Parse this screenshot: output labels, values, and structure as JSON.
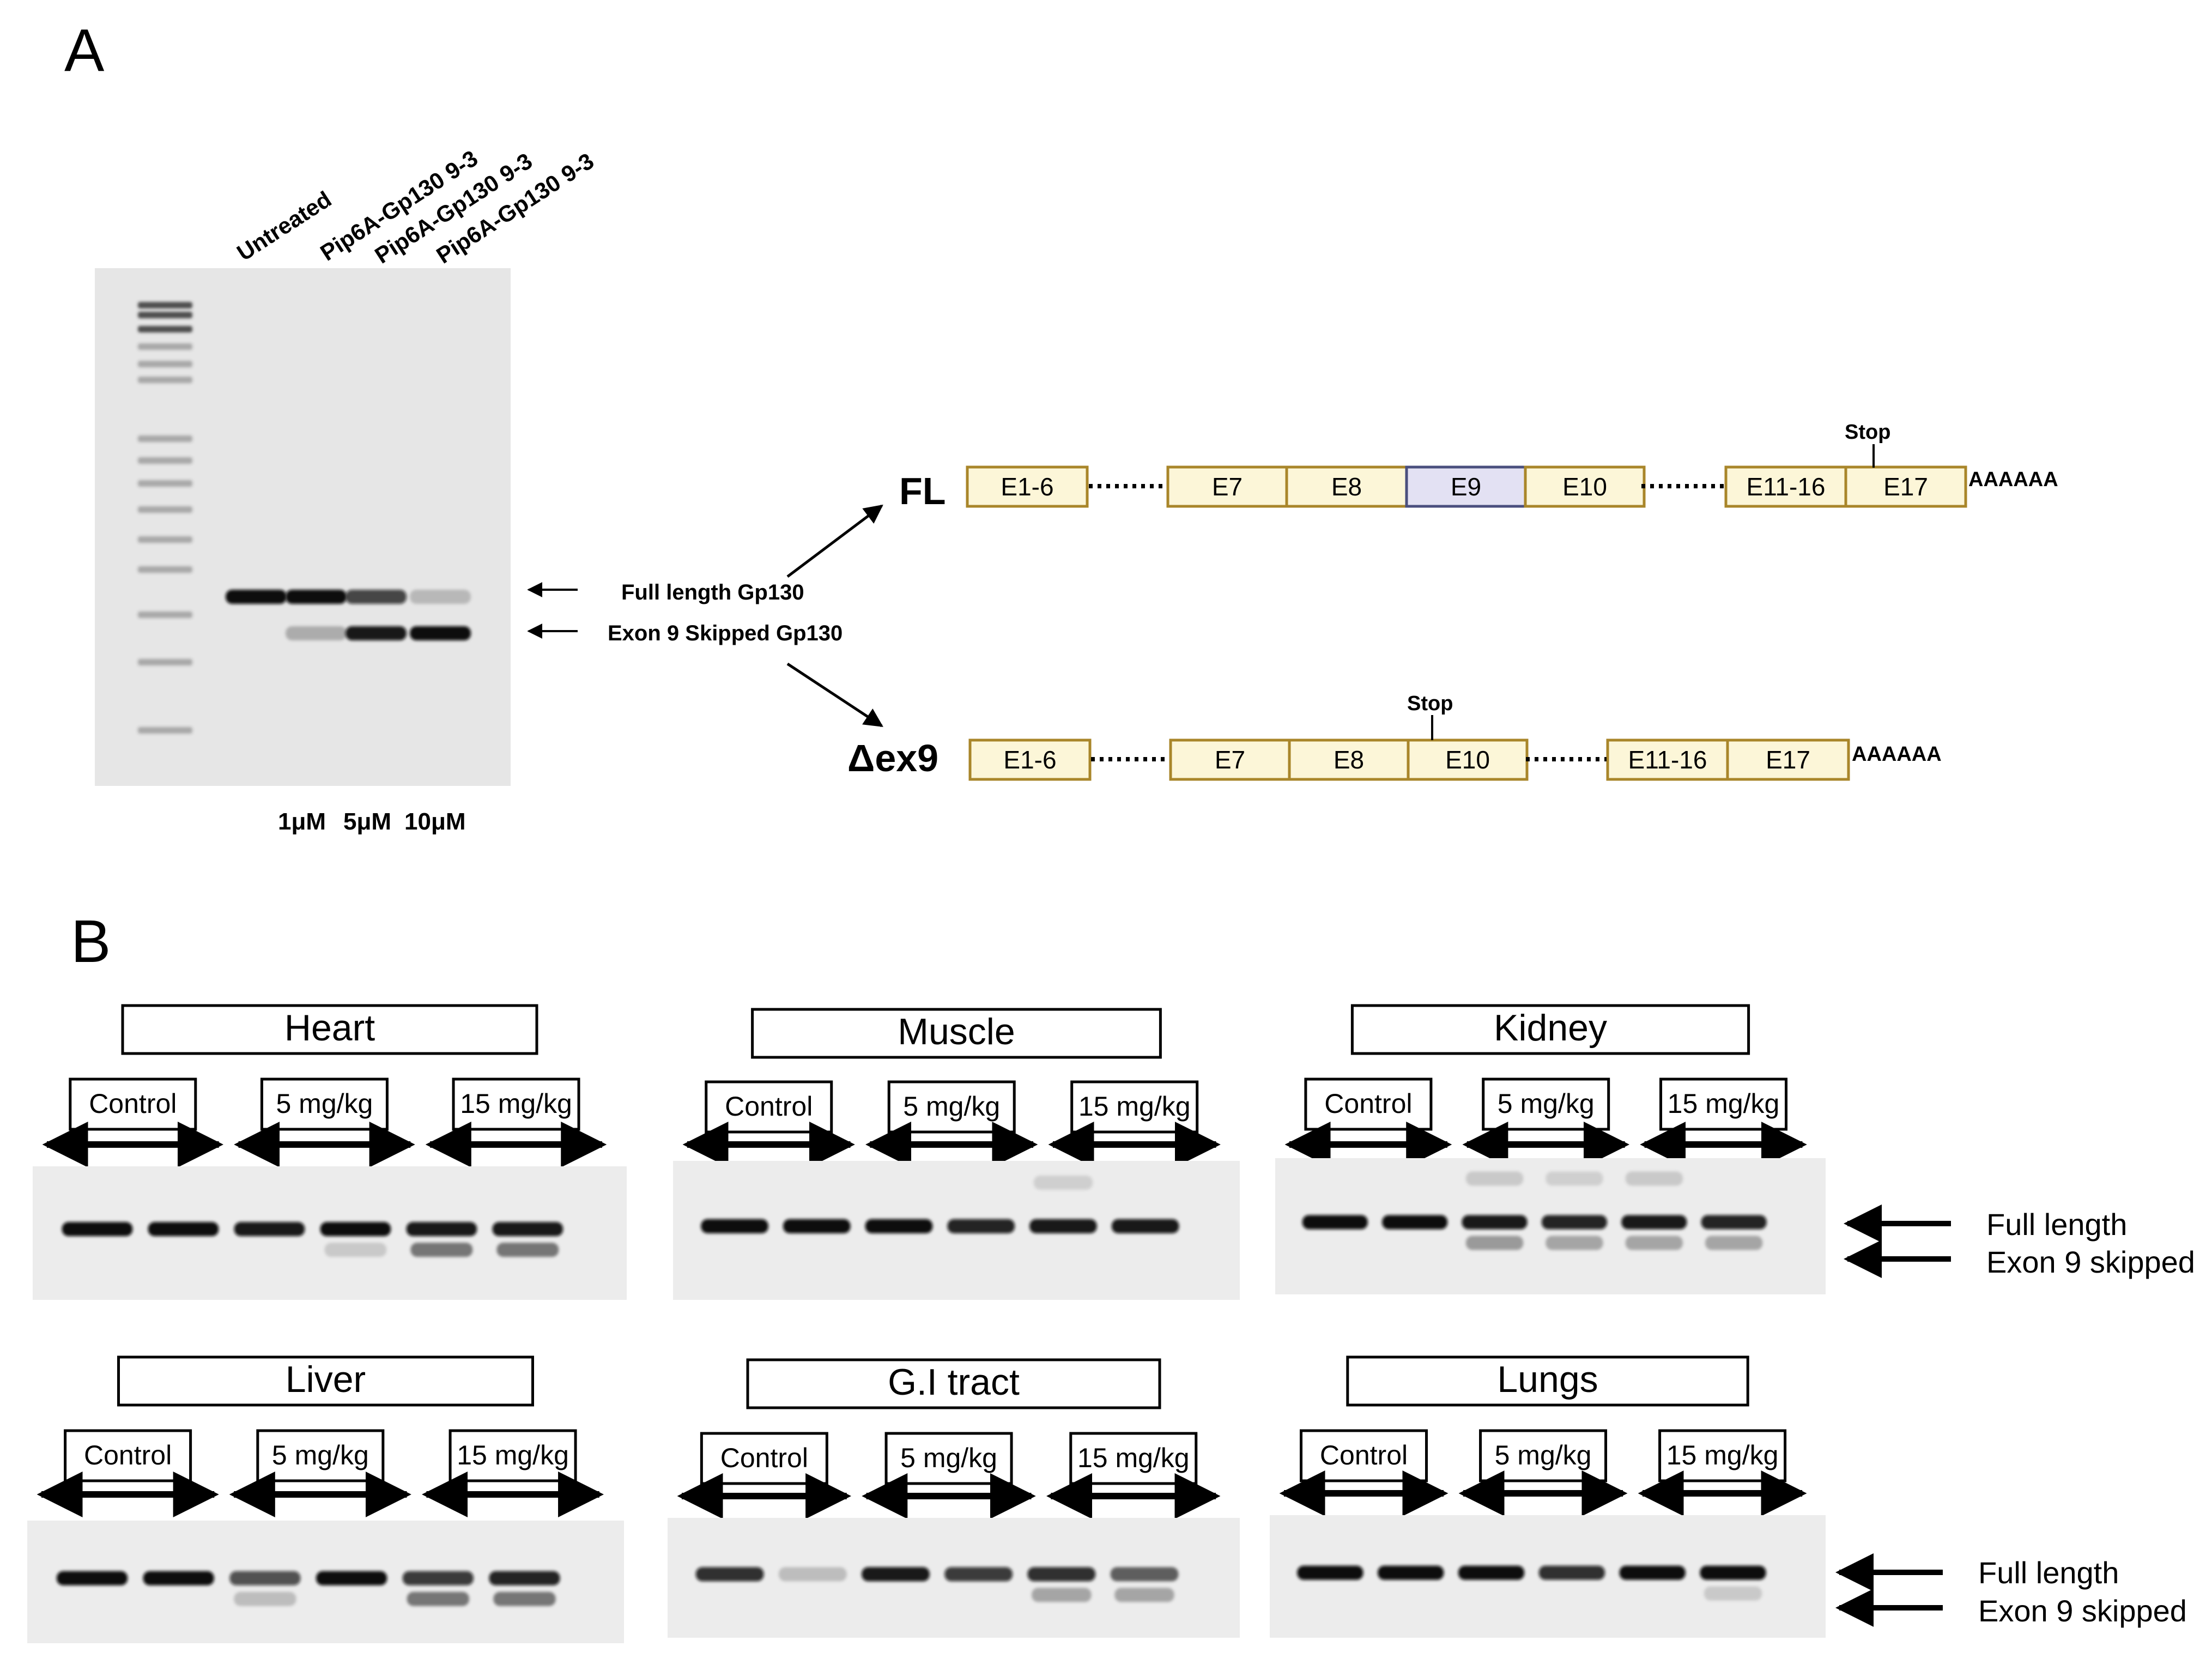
{
  "panels": {
    "a": "A",
    "b": "B"
  },
  "panel_a": {
    "lanes": [
      {
        "label": "Untreated"
      },
      {
        "label": "Pip6A-Gp130 9-3"
      },
      {
        "label": "Pip6A-Gp130 9-3"
      },
      {
        "label": "Pip6A-Gp130 9-3"
      }
    ],
    "concentrations": {
      "c1": "1μM",
      "c2": "5μM",
      "c3": "10μM"
    },
    "bands": [
      {
        "lane": "Untreated",
        "full_length": 1.0,
        "skipped": 0.0
      },
      {
        "lane": "1μM",
        "full_length": 1.0,
        "skipped": 0.25
      },
      {
        "lane": "5μM",
        "full_length": 0.75,
        "skipped": 0.95
      },
      {
        "lane": "10μM",
        "full_length": 0.2,
        "skipped": 1.0
      }
    ],
    "band_labels": {
      "full": "Full length Gp130",
      "skipped": "Exon 9 Skipped Gp130"
    },
    "fl": {
      "label": "FL",
      "exons": [
        "E1-6",
        "E7",
        "E8",
        "E9",
        "E10",
        "E11-16",
        "E17"
      ],
      "stop": "Stop",
      "polya": "AAAAAA"
    },
    "dex9": {
      "label": "Δex9",
      "exons": [
        "E1-6",
        "E7",
        "E8",
        "E10",
        "E11-16",
        "E17"
      ],
      "stop": "Stop",
      "polya": "AAAAAA"
    }
  },
  "panel_b": {
    "groups": {
      "control": "Control",
      "low": "5 mg/kg",
      "high": "15 mg/kg"
    },
    "tissues": [
      {
        "name": "Heart",
        "full": [
          1.0,
          1.0,
          0.95,
          1.0,
          0.95,
          0.95
        ],
        "skipped": [
          0,
          0,
          0,
          0.15,
          0.5,
          0.5
        ],
        "upper": [
          0,
          0,
          0,
          0,
          0,
          0
        ]
      },
      {
        "name": "Muscle",
        "full": [
          1.0,
          1.0,
          1.0,
          0.9,
          0.95,
          0.95
        ],
        "skipped": [
          0,
          0,
          0,
          0,
          0,
          0
        ],
        "upper": [
          0,
          0,
          0,
          0,
          0.12,
          0
        ]
      },
      {
        "name": "Kidney",
        "full": [
          1.0,
          1.0,
          0.95,
          0.9,
          0.95,
          0.9
        ],
        "skipped": [
          0,
          0,
          0.35,
          0.3,
          0.3,
          0.3
        ],
        "upper": [
          0,
          0,
          0.15,
          0.12,
          0.15,
          0
        ]
      },
      {
        "name": "Liver",
        "full": [
          1.0,
          1.0,
          0.7,
          1.0,
          0.8,
          0.9
        ],
        "skipped": [
          0,
          0,
          0.2,
          0,
          0.5,
          0.5
        ],
        "upper": [
          0,
          0,
          0,
          0,
          0,
          0
        ]
      },
      {
        "name": "G.I tract",
        "full": [
          0.85,
          0.2,
          0.95,
          0.8,
          0.85,
          0.6
        ],
        "skipped": [
          0,
          0,
          0,
          0,
          0.3,
          0.3
        ],
        "upper": [
          0,
          0,
          0,
          0,
          0,
          0
        ]
      },
      {
        "name": "Lungs",
        "full": [
          1.0,
          1.0,
          1.0,
          0.85,
          1.0,
          1.0
        ],
        "skipped": [
          0,
          0,
          0,
          0,
          0,
          0.15
        ],
        "upper": [
          0,
          0,
          0,
          0,
          0,
          0
        ]
      }
    ],
    "legend": {
      "full": "Full length",
      "skipped": "Exon 9 skipped"
    }
  },
  "colors": {
    "exon_fill": "#fcf6d8",
    "exon_stroke": "#a9862a",
    "exon9_fill": "#e3e1f3",
    "exon9_stroke": "#4a4f7e",
    "gel_bg": "#ececec",
    "band": "#0a0a0a"
  }
}
